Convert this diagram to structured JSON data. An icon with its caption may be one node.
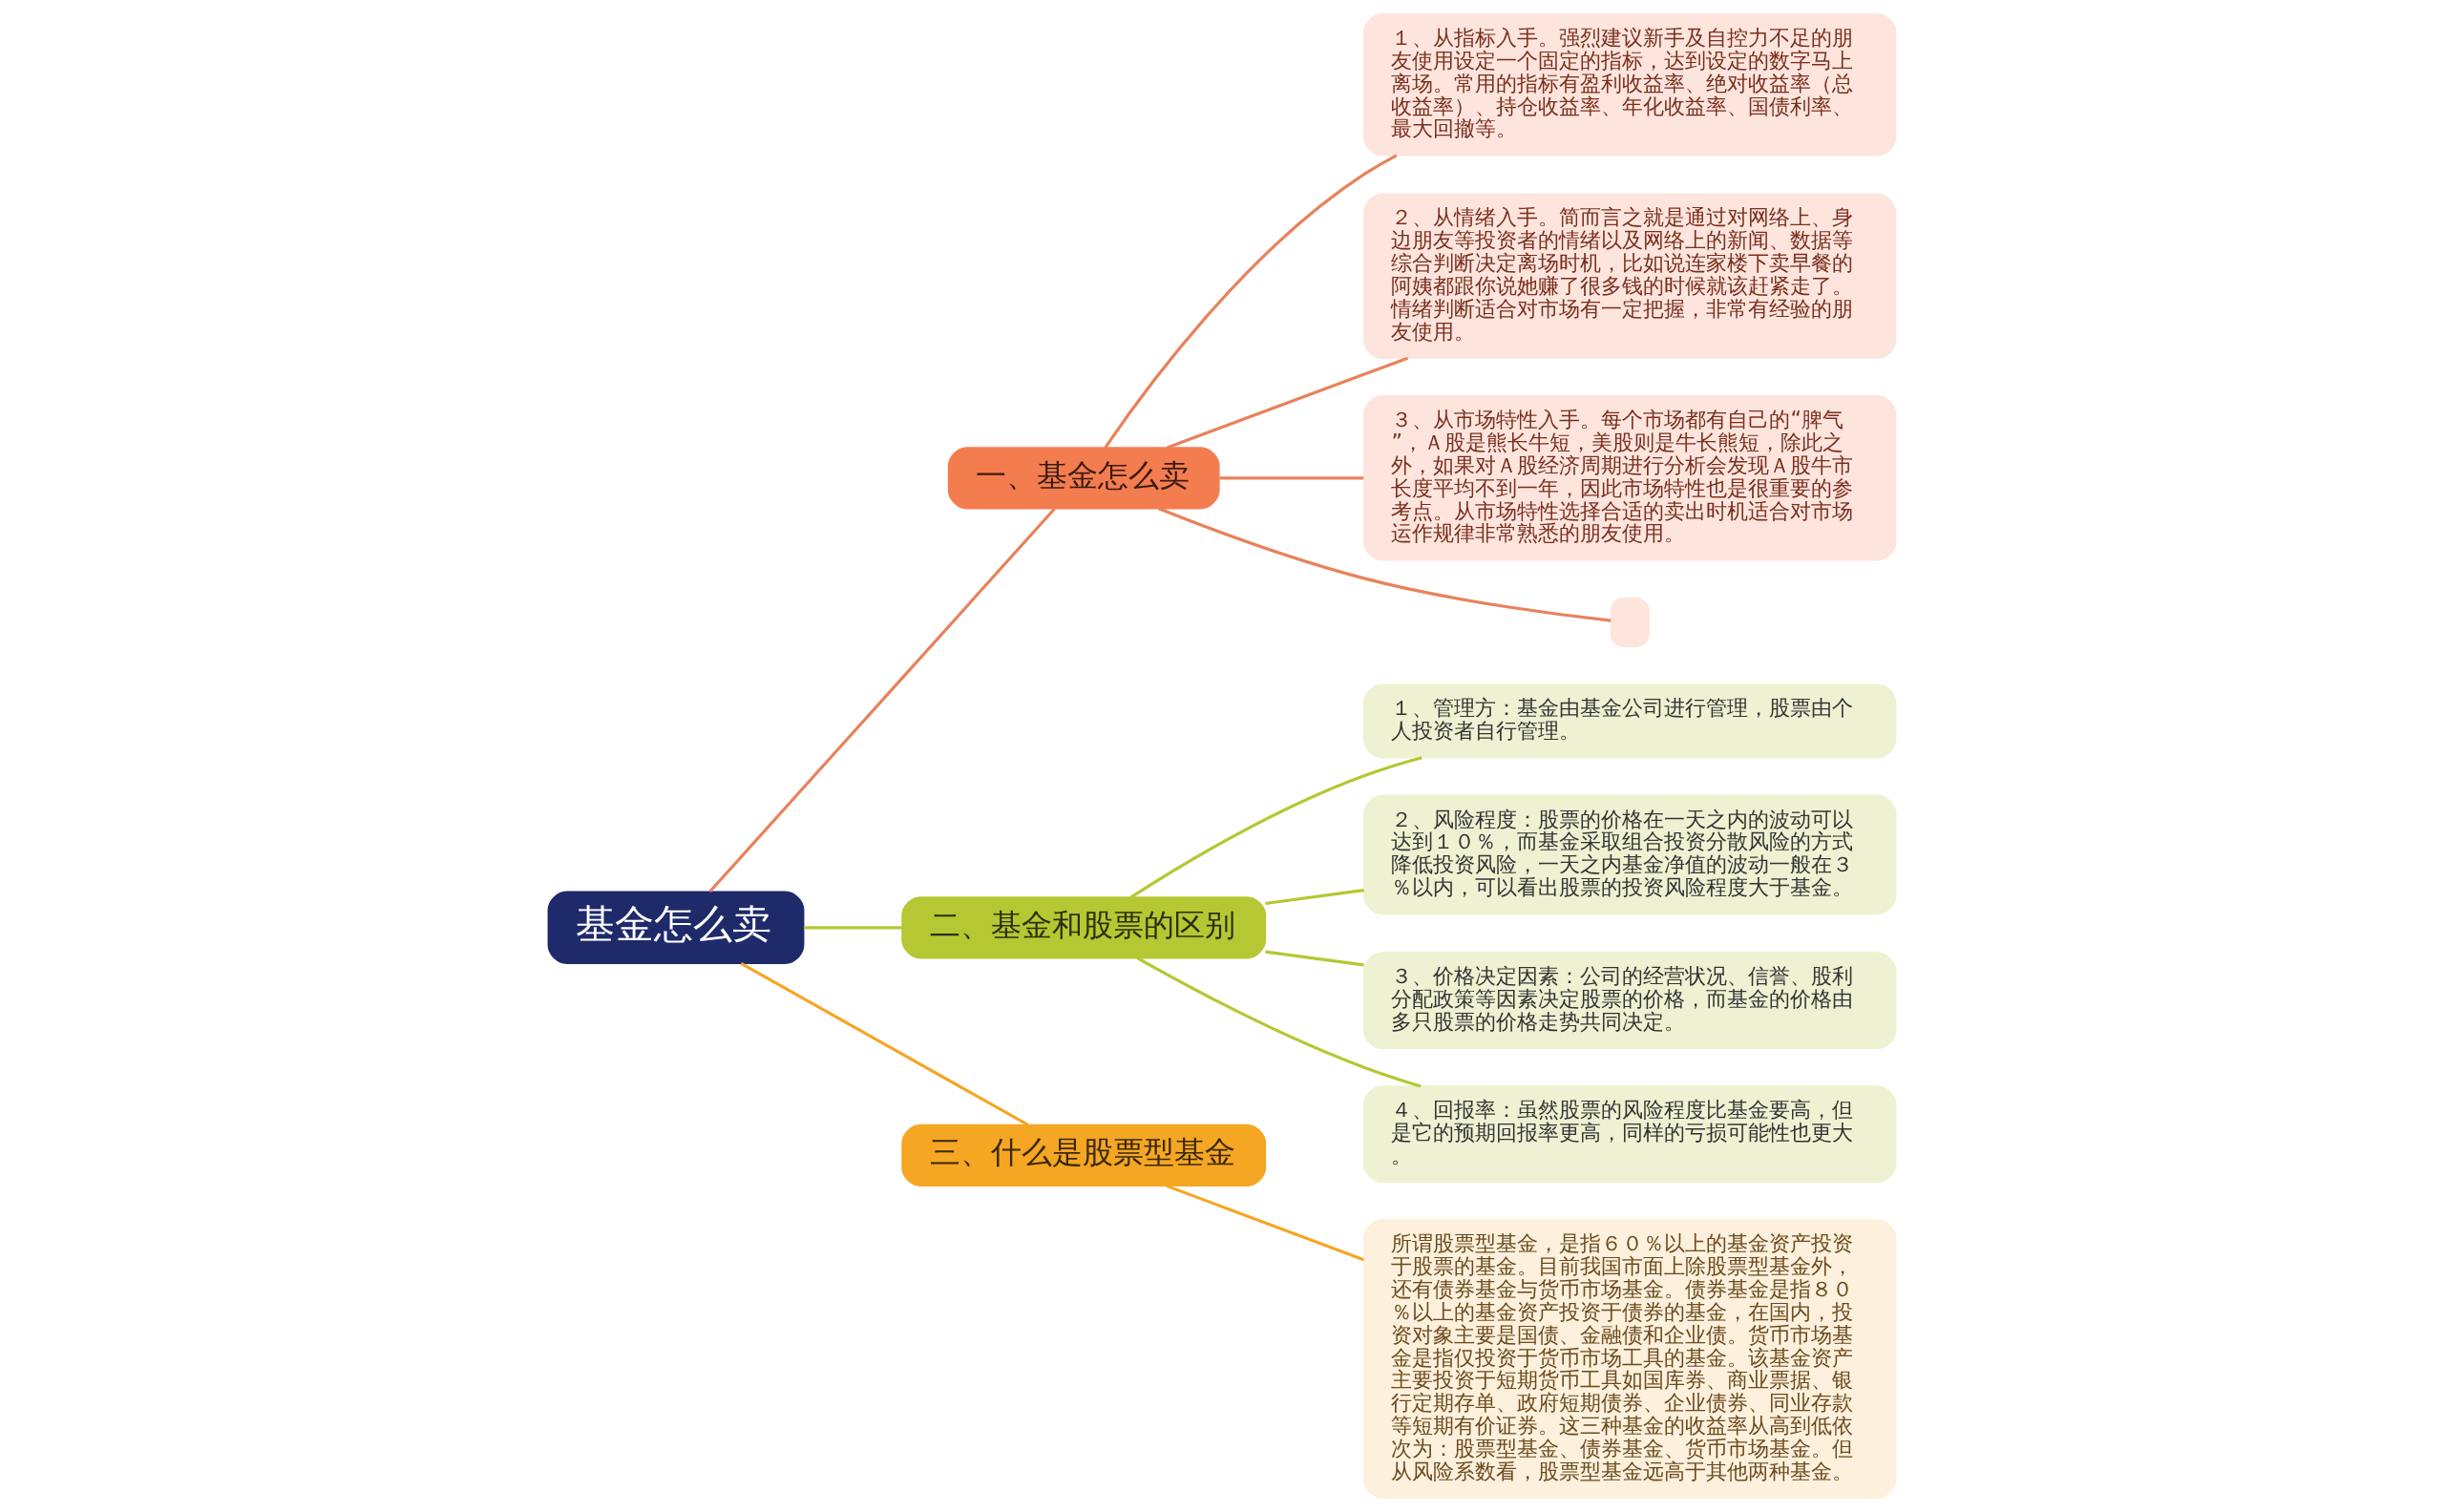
{
  "diagram": {
    "nodes": [
      {
        "text": [
          "基金怎么卖"
        ]
      },
      {
        "text": [
          "一、基金怎么卖"
        ]
      },
      {
        "text": [
          "１、从指标入手。强烈建议新手及自控力不足的朋友使用设定一个固定的指标，达到设定的数字马上离场。常用的指标有盈利收益率、绝对收益率（总收益率）、持仓收益率、年化收益率、国债利率、最大回撤等。"
        ]
      },
      {
        "text": [
          "２、从情绪入手。简而言之就是通过对网络上、身边朋友等投资者的情绪以及网络上的新闻、数据等综合判断决定离场时机，比如说连家楼下卖早餐的阿姨都跟你说她赚了很多钱的时候就该赶紧走了。情绪判断适合对市场有一定把握，非常有经验的朋友使用。"
        ]
      },
      {
        "text": [
          "３、从市场特性入手。每个市场都有自己的“脾气”，Ａ股是熊长牛短，美股则是牛长熊短，除此之外，如果对Ａ股经济周期进行分析会发现Ａ股牛市长度平均不到一年，因此市场特性也是很重要的参考点。从市场特性选择合适的卖出时机适合对市场运作规律非常熟悉的朋友使用。"
        ]
      },
      {
        "text": [],
        "shape": "box"
      },
      {
        "text": [
          "二、基金和股票的区别"
        ]
      },
      {
        "text": [
          "１、管理方：基金由基金公司进行管理，股票由个人投资者自行管理。"
        ]
      },
      {
        "text": [
          "２、风险程度：股票的价格在一天之内的波动可以达到１０％，而基金采取组合投资分散风险的方式降低投资风险，一天之内基金净值的波动一般在３％以内，可以看出股票的投资风险程度大于基金。"
        ]
      },
      {
        "text": [
          "３、价格决定因素：公司的经营状况、信誉、股利分配政策等因素决定股票的价格，而基金的价格由多只股票的价格走势共同决定。"
        ]
      },
      {
        "text": [
          "４、回报率：虽然股票的风险程度比基金要高，但是它的预期回报率更高，同样的亏损可能性也更大。"
        ]
      },
      {
        "text": [
          "三、什么是股票型基金"
        ]
      },
      {
        "text": [
          "所谓股票型基金，是指６０％以上的基金资产投资于股票的基金。目前我国市面上除股票型基金外，还有债券基金与货币市场基金。债券基金是指８０％以上的基金资产投资于债券的基金，在国内，投资对象主要是国债、金融债和企业债。货币市场基金是指仅投资于货币市场工具的基金。该基金资产主要投资于短期货币工具如国库券、商业票据、银行定期存单、政府短期债券、企业债券、同业存款等短期有价证券。这三种基金的收益率从高到低依次为：股票型基金、债券基金、货币市场基金。但从风险系数看，股票型基金远高于其他两种基金。"
        ]
      }
    ],
    "edges": [
      {
        "from": 0,
        "to": 1,
        "arrow": "none",
        "color": "#e8825a"
      },
      {
        "from": 1,
        "to": 2,
        "arrow": "none",
        "color": "#e8825a"
      },
      {
        "from": 1,
        "to": 3,
        "arrow": "none",
        "color": "#e8825a"
      },
      {
        "from": 1,
        "to": 4,
        "arrow": "none",
        "color": "#e8825a"
      },
      {
        "from": 1,
        "to": 5,
        "arrow": "none",
        "color": "#e8825a"
      },
      {
        "from": 0,
        "to": 6,
        "arrow": "none",
        "color": "#b5c732"
      },
      {
        "from": 6,
        "to": 7,
        "arrow": "none",
        "color": "#b5c732"
      },
      {
        "from": 6,
        "to": 8,
        "arrow": "none",
        "color": "#b5c732"
      },
      {
        "from": 6,
        "to": 9,
        "arrow": "none",
        "color": "#b5c732"
      },
      {
        "from": 6,
        "to": 10,
        "arrow": "none",
        "color": "#b5c732"
      },
      {
        "from": 0,
        "to": 11,
        "arrow": "none",
        "color": "#f5a623"
      },
      {
        "from": 11,
        "to": 12,
        "arrow": "none",
        "color": "#f5a623"
      }
    ]
  }
}
